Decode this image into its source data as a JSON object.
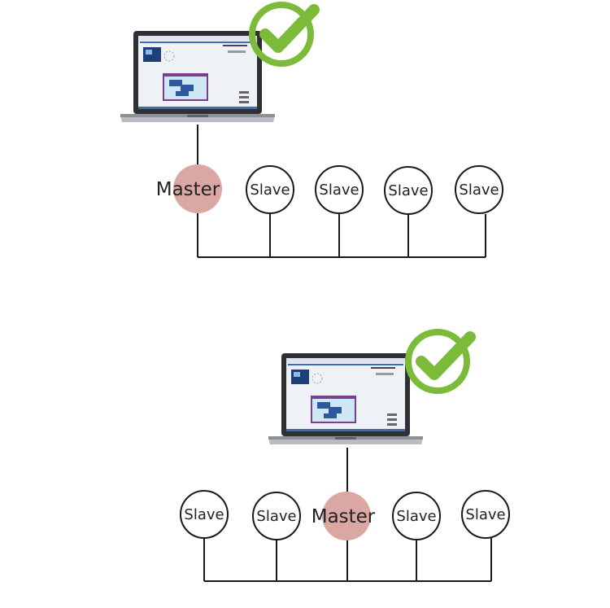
{
  "colors": {
    "master_fill": "#dba7a2",
    "slave_fill": "#ffffff",
    "check": "#7cbb3a",
    "line": "#1a1a1a"
  },
  "icons": [
    "laptop-icon",
    "checkmark-icon"
  ],
  "diagram_top": {
    "master_label": "Master",
    "slave_labels": [
      "Slave",
      "Slave",
      "Slave",
      "Slave"
    ]
  },
  "diagram_bottom": {
    "master_label": "Master",
    "slave_labels": [
      "Slave",
      "Slave",
      "Slave",
      "Slave"
    ]
  }
}
